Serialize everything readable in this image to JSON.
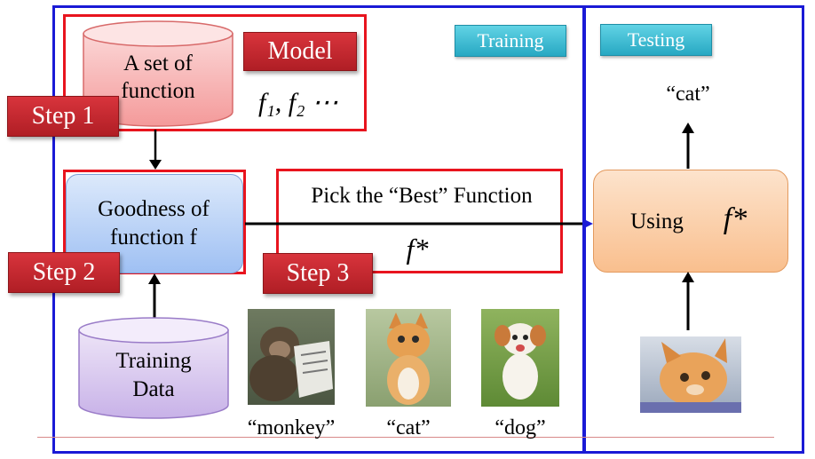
{
  "sections": {
    "training": "Training",
    "testing": "Testing"
  },
  "model": {
    "tag": "Model",
    "cylinder_line1": "A set of",
    "cylinder_line2": "function",
    "functions": "f₁, f₂ ⋯"
  },
  "steps": {
    "step1": "Step 1",
    "step2": "Step 2",
    "step3": "Step 3"
  },
  "goodness": {
    "line1": "Goodness of",
    "line2": "function f"
  },
  "pick": {
    "label": "Pick the “Best” Function",
    "fstar": "f*"
  },
  "training_data": {
    "line1": "Training",
    "line2": "Data"
  },
  "examples": [
    {
      "label": "“monkey”",
      "icon": "monkey-photo"
    },
    {
      "label": "“cat”",
      "icon": "kitten-photo"
    },
    {
      "label": "“dog”",
      "icon": "puppy-photo"
    }
  ],
  "testing": {
    "output": "“cat”",
    "using": "Using",
    "fstar": "f*",
    "input_icon": "cat-photo"
  },
  "colors": {
    "blue_frame": "#1a1ad6",
    "red_frame": "#e8141e",
    "step_tag": "#c0262d",
    "teal_tag": "#3fbcd4"
  }
}
